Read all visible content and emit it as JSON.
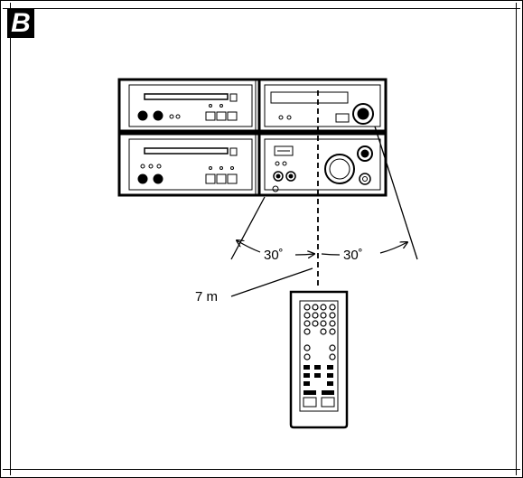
{
  "figure": {
    "badge": "B",
    "angle_left": "30˚",
    "angle_right": "30˚",
    "distance": "7 m"
  },
  "icons": [
    "stereo-system",
    "remote-control"
  ]
}
